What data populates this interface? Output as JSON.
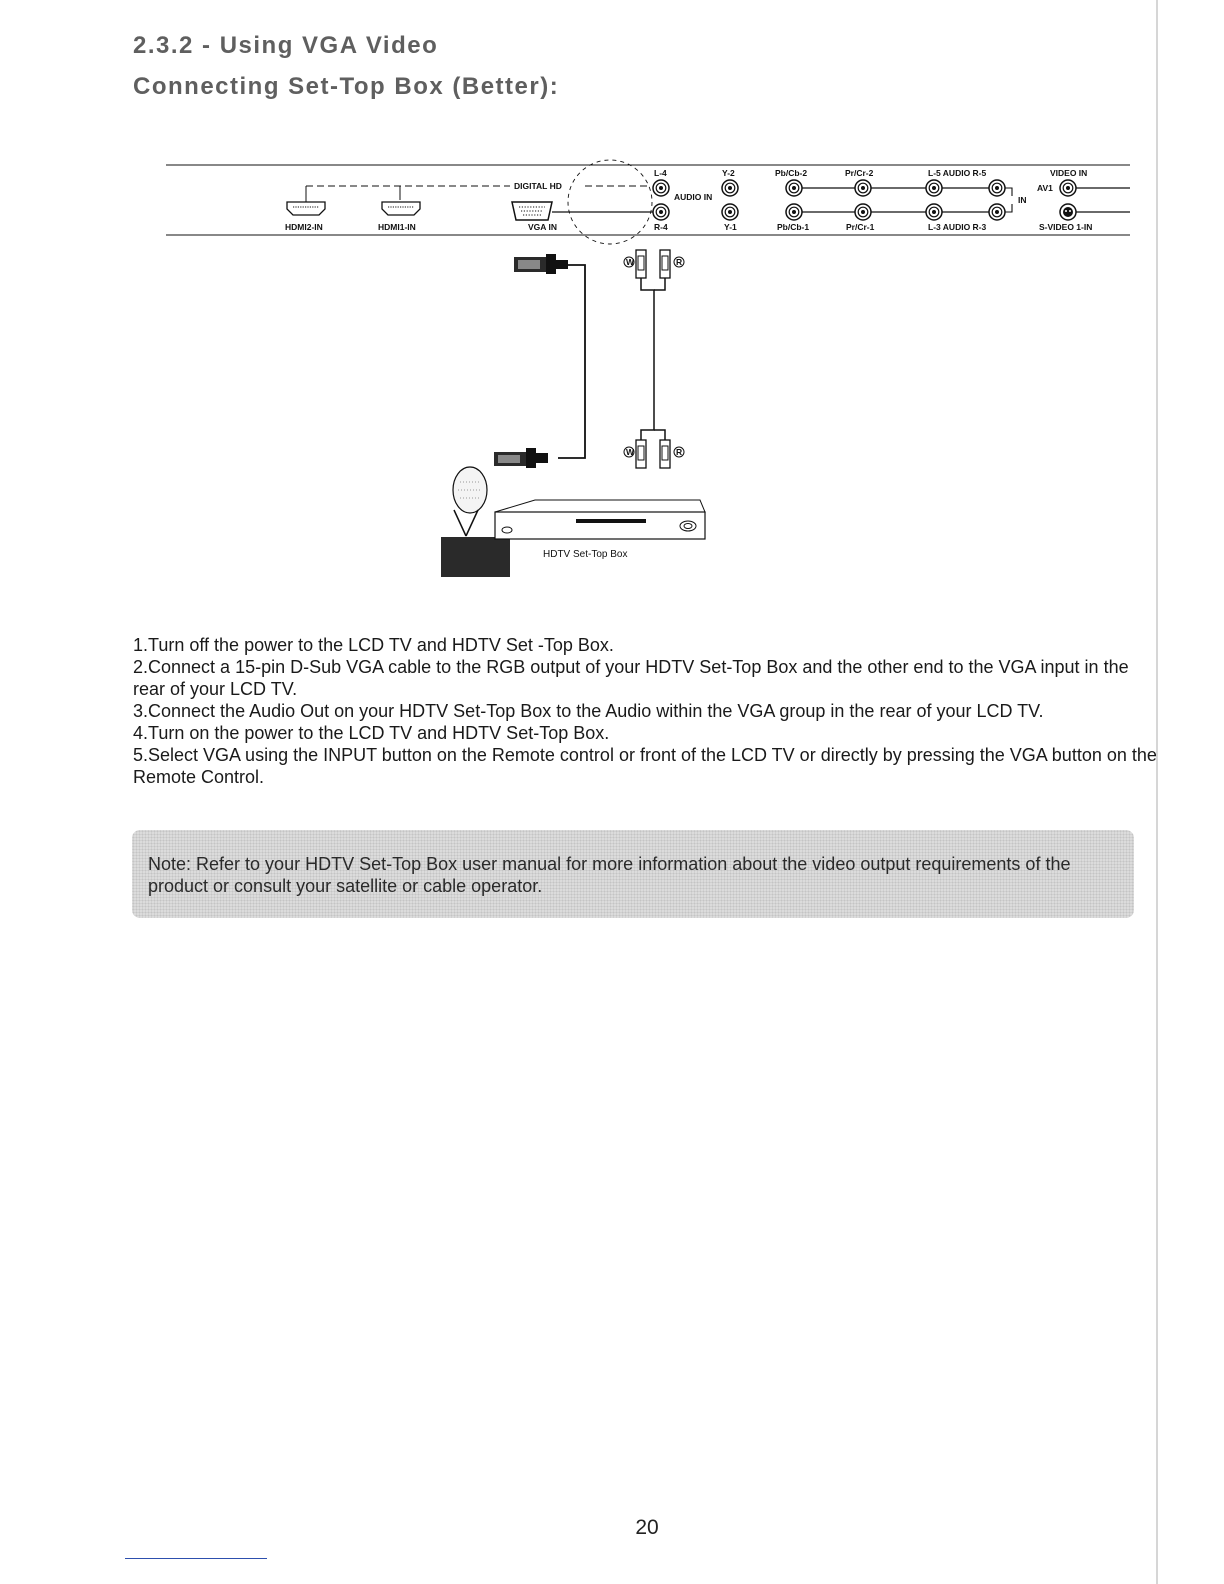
{
  "section_title": "2.3.2 - Using VGA Video",
  "subsection_title": "Connecting Set-Top Box (Better):",
  "diagram": {
    "ports": {
      "hdmi2": "HDMI2-IN",
      "hdmi1": "HDMI1-IN",
      "digital_hd": "DIGITAL HD",
      "vga_in": "VGA IN",
      "l4": "L-4",
      "r4": "R-4",
      "audio_in": "AUDIO IN",
      "y2": "Y-2",
      "y1": "Y-1",
      "pbcb2": "Pb/Cb-2",
      "pbcb1": "Pb/Cb-1",
      "prcr2": "Pr/Cr-2",
      "prcr1": "Pr/Cr-1",
      "audio_top": "L-5  AUDIO  R-5",
      "audio_bottom": "L-3  AUDIO  R-3",
      "in": "IN",
      "video_in": "VIDEO IN",
      "av1": "AV1",
      "svideo": "S-VIDEO 1-IN",
      "white_plug": "W",
      "red_plug": "R"
    },
    "device_label": "HDTV Set-Top Box"
  },
  "steps": [
    "1.Turn off the power to the LCD  TV and HDTV Set -Top Box.",
    "2.Connect a 15-pin D-Sub VGA cable to the RGB output of your HDTV Set-Top Box and the other end to the VGA input in the rear of your LCD TV.",
    "3.Connect the Audio Out on your HDTV Set-Top Box to the Audio within the VGA group in the rear of your LCD TV.",
    "4.Turn on the power to the LCD TV and  HDTV Set-Top Box.",
    "5.Select VGA using the INPUT button on the Remote control or front of the LCD TV or directly by pressing the VGA button on the Remote Control."
  ],
  "note": "Note: Refer to your HDTV Set-Top Box user manual for more information about the video output requirements of the product or consult your satellite or cable operator.",
  "page_number": "20"
}
